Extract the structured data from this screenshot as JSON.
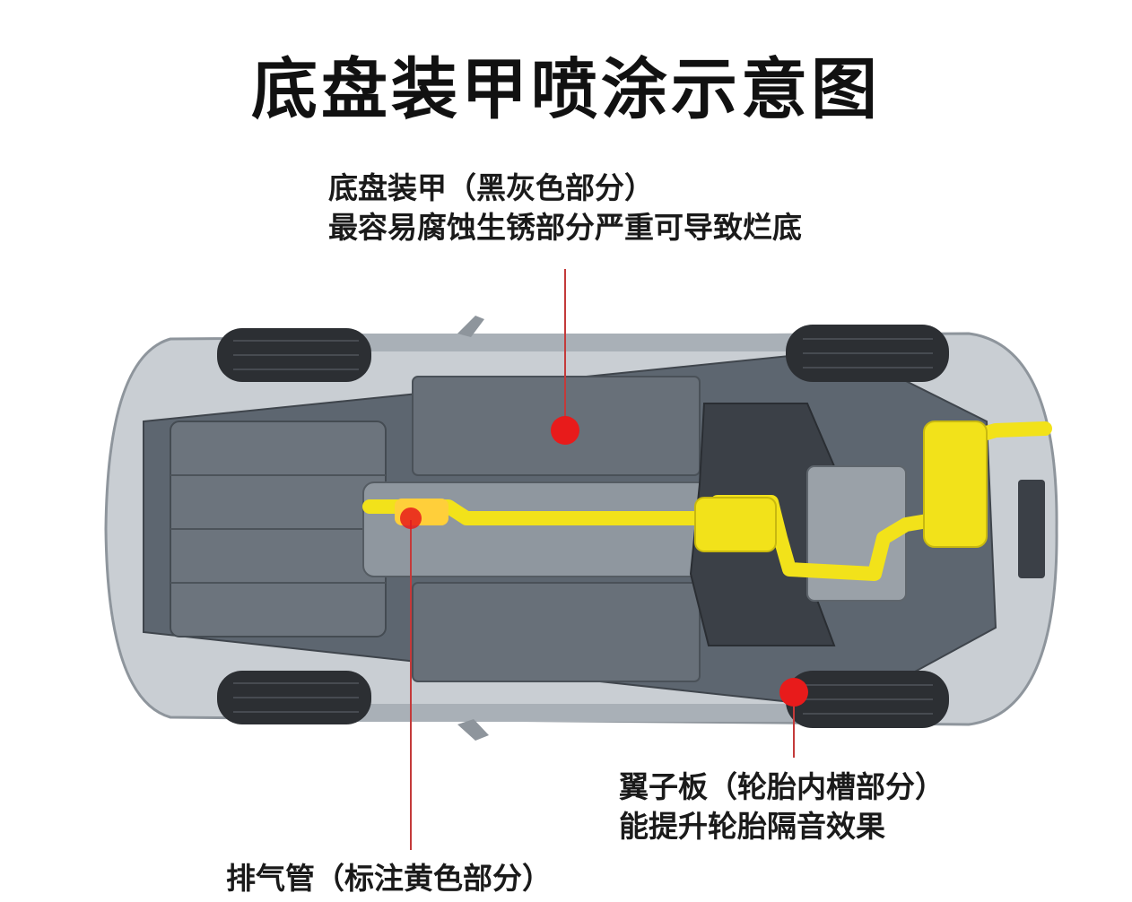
{
  "title": "底盘装甲喷涂示意图",
  "labels": {
    "chassis_line1": "底盘装甲（黑灰色部分）",
    "chassis_line2": "最容易腐蚀生锈部分严重可导致烂底",
    "fender_line1": "翼子板（轮胎内槽部分）",
    "fender_line2": "能提升轮胎隔音效果",
    "exhaust_line1": "排气管（标注黄色部分）"
  },
  "colors": {
    "marker": "#e81b1b",
    "exhaust": "#f2e21a",
    "underbody": "#5d6670",
    "body": "#c9ced3",
    "tire": "#2c2f33"
  }
}
